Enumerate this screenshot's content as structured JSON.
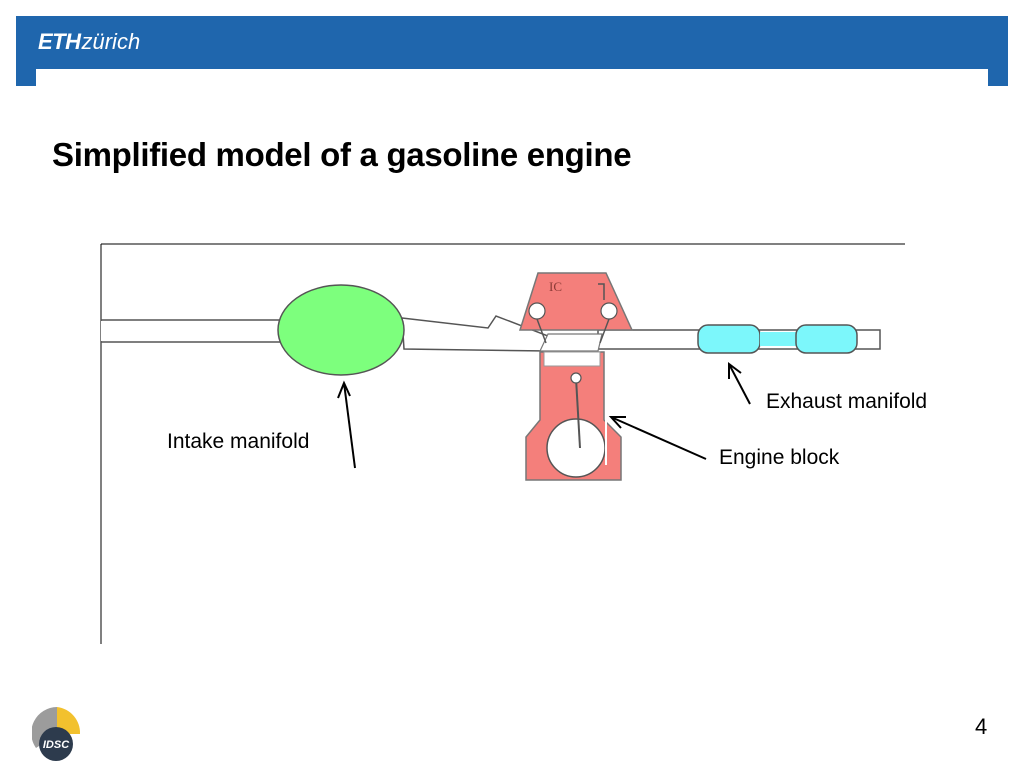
{
  "header": {
    "logo_eth": "ETH",
    "logo_zurich": "zürich",
    "color": "#1f66ad"
  },
  "slide": {
    "title": "Simplified model of a gasoline engine",
    "page_number": "4"
  },
  "diagram": {
    "engine_label": "IC",
    "labels": {
      "intake": "Intake manifold",
      "exhaust": "Exhaust manifold",
      "engine": "Engine block"
    },
    "colors": {
      "intake_fill": "#7dff7d",
      "engine_fill": "#f47f7b",
      "exhaust_fill": "#7cf7fb"
    }
  },
  "footer": {
    "logo_text": "IDSC"
  }
}
